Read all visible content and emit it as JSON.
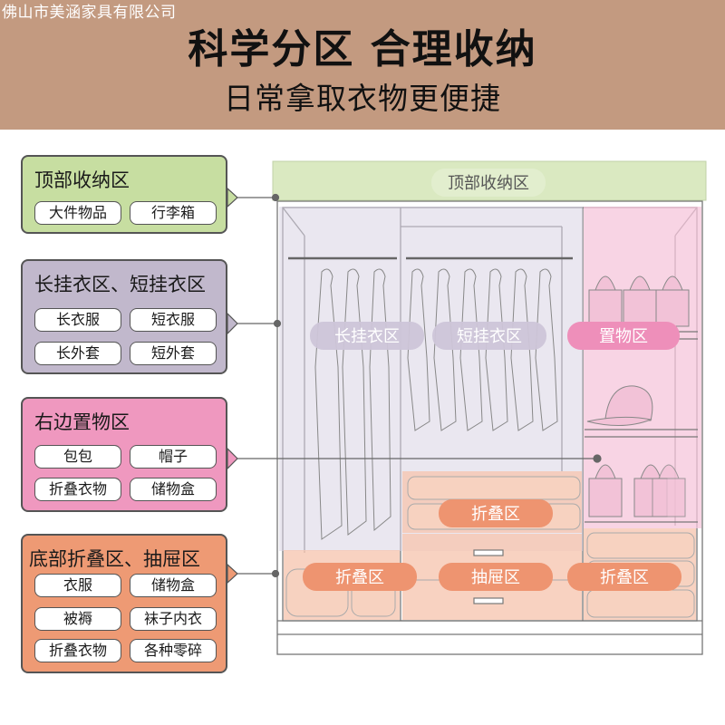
{
  "watermark": "佛山市美涵家具有限公司",
  "header": {
    "title": "科学分区 合理收纳",
    "subtitle": "日常拿取衣物更便捷"
  },
  "panels": [
    {
      "title": "顶部收纳区",
      "items": [
        "大件物品",
        "行李箱"
      ]
    },
    {
      "title": "长挂衣区、短挂衣区",
      "items": [
        "长衣服",
        "短衣服",
        "长外套",
        "短外套"
      ]
    },
    {
      "title": "右边置物区",
      "items": [
        "包包",
        "帽子",
        "折叠衣物",
        "储物盒"
      ]
    },
    {
      "title": "底部折叠区、抽屉区",
      "items": [
        "衣服",
        "储物盒",
        "被褥",
        "袜子内衣",
        "折叠衣物",
        "各种零碎"
      ]
    }
  ],
  "wardrobe": {
    "top_zone": "顶部收纳区",
    "long_hang": "长挂衣区",
    "short_hang": "短挂衣区",
    "storage": "置物区",
    "fold_middle": "折叠区",
    "fold_left": "折叠区",
    "drawer": "抽屉区",
    "fold_right": "折叠区"
  },
  "colors": {
    "header": "#c39a80",
    "green": "#c7dea1",
    "purple": "#c1b8cc",
    "pink": "#ef98bf",
    "orange": "#ee9a74"
  }
}
